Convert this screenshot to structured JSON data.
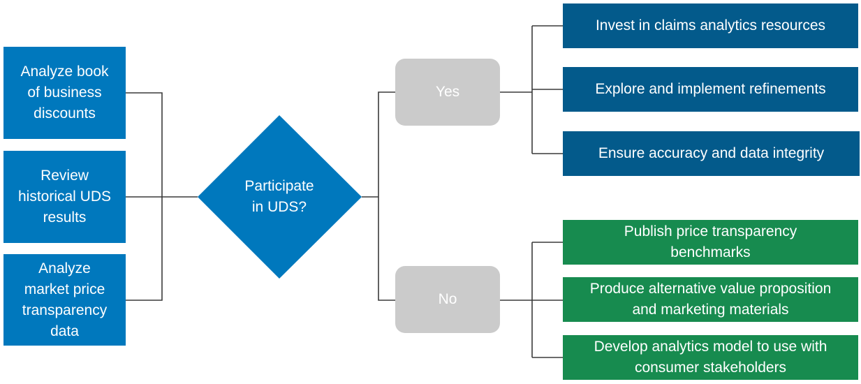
{
  "colors": {
    "input_blue": "#0078bd",
    "decision_blue": "#0078bd",
    "yes_action_blue": "#035a8b",
    "no_action_green": "#178b4f",
    "choice_gray": "#cbcbcb",
    "connector": "#3a3a3a"
  },
  "inputs": [
    "Analyze book\nof business\ndiscounts",
    "Review\nhistorical UDS\nresults",
    "Analyze\nmarket price\ntransparency\ndata"
  ],
  "decision": "Participate\nin UDS?",
  "branches": {
    "yes": {
      "label": "Yes",
      "actions": [
        "Invest in claims analytics resources",
        "Explore and implement refinements",
        "Ensure accuracy and data integrity"
      ]
    },
    "no": {
      "label": "No",
      "actions": [
        "Publish price transparency\nbenchmarks",
        "Produce alternative value proposition\nand marketing materials",
        "Develop analytics model to use with\nconsumer stakeholders"
      ]
    }
  }
}
